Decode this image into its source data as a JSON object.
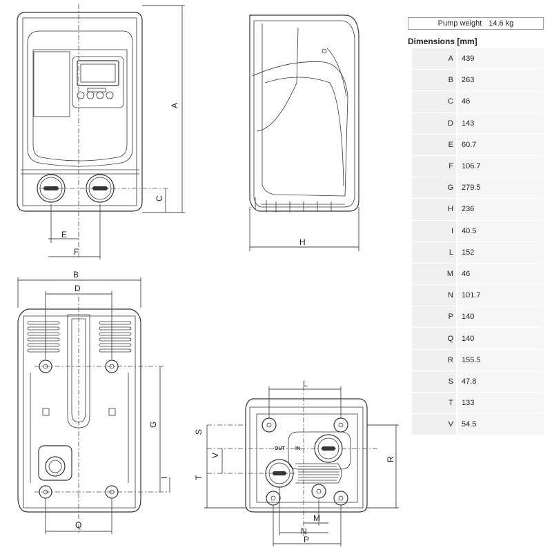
{
  "weight": {
    "label": "Pump weight",
    "value": "14.6 kg"
  },
  "dimensions_title": "Dimensions [mm]",
  "dimensions": [
    {
      "key": "A",
      "value": "439"
    },
    {
      "key": "B",
      "value": "263"
    },
    {
      "key": "C",
      "value": "46"
    },
    {
      "key": "D",
      "value": "143"
    },
    {
      "key": "E",
      "value": "60.7"
    },
    {
      "key": "F",
      "value": "106.7"
    },
    {
      "key": "G",
      "value": "279.5"
    },
    {
      "key": "H",
      "value": "236"
    },
    {
      "key": "I",
      "value": "40.5"
    },
    {
      "key": "L",
      "value": "152"
    },
    {
      "key": "M",
      "value": "46"
    },
    {
      "key": "N",
      "value": "101.7"
    },
    {
      "key": "P",
      "value": "140"
    },
    {
      "key": "Q",
      "value": "140"
    },
    {
      "key": "R",
      "value": "155.5"
    },
    {
      "key": "S",
      "value": "47.8"
    },
    {
      "key": "T",
      "value": "133"
    },
    {
      "key": "V",
      "value": "54.5"
    }
  ],
  "drawing_labels": {
    "A": "A",
    "B": "B",
    "C": "C",
    "D": "D",
    "E": "E",
    "F": "F",
    "G": "G",
    "H": "H",
    "I": "I",
    "L": "L",
    "M": "M",
    "N": "N",
    "P": "P",
    "Q": "Q",
    "R": "R",
    "S": "S",
    "T": "T",
    "V": "V"
  },
  "port_labels": {
    "out": "OUT",
    "in": "IN"
  }
}
